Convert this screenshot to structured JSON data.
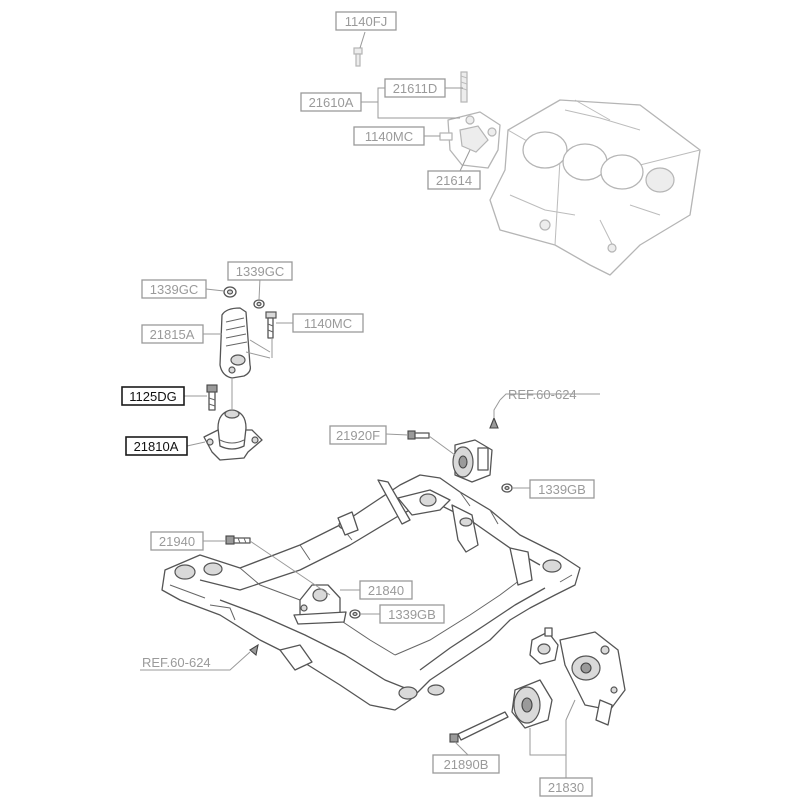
{
  "callouts": [
    {
      "id": "c1140fj",
      "text": "1140FJ",
      "highlight": false
    },
    {
      "id": "c21611d",
      "text": "21611D",
      "highlight": false
    },
    {
      "id": "c21610a",
      "text": "21610A",
      "highlight": false
    },
    {
      "id": "c1140mc_top",
      "text": "1140MC",
      "highlight": false
    },
    {
      "id": "c21614",
      "text": "21614",
      "highlight": false
    },
    {
      "id": "c1339gc_right",
      "text": "1339GC",
      "highlight": false
    },
    {
      "id": "c1339gc_left",
      "text": "1339GC",
      "highlight": false
    },
    {
      "id": "c21815a",
      "text": "21815A",
      "highlight": false
    },
    {
      "id": "c1140mc_mid",
      "text": "1140MC",
      "highlight": false
    },
    {
      "id": "c1125dg",
      "text": "1125DG",
      "highlight": true
    },
    {
      "id": "c21810a",
      "text": "21810A",
      "highlight": true
    },
    {
      "id": "c21920f",
      "text": "21920F",
      "highlight": false
    },
    {
      "id": "c1339gb_right",
      "text": "1339GB",
      "highlight": false
    },
    {
      "id": "c21940",
      "text": "21940",
      "highlight": false
    },
    {
      "id": "c21840",
      "text": "21840",
      "highlight": false
    },
    {
      "id": "c1339gb_mid",
      "text": "1339GB",
      "highlight": false
    },
    {
      "id": "c21890b",
      "text": "21890B",
      "highlight": false
    },
    {
      "id": "c21830",
      "text": "21830",
      "highlight": false
    }
  ],
  "references": [
    {
      "id": "ref_top",
      "text": "REF.60-624"
    },
    {
      "id": "ref_bottom",
      "text": "REF.60-624"
    }
  ]
}
